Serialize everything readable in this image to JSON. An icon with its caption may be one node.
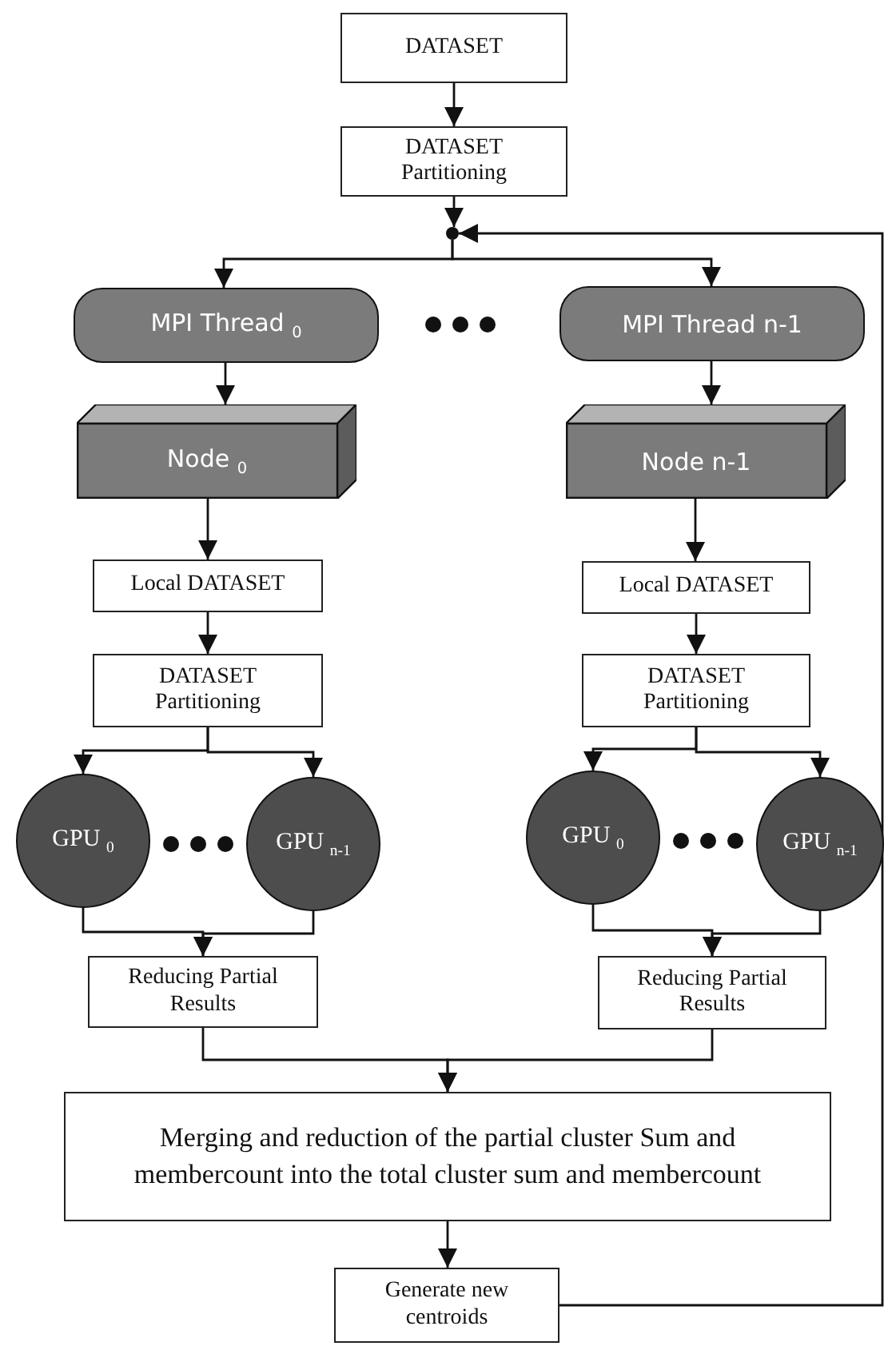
{
  "diagram": {
    "nodes": [
      {
        "text": [
          "DATASET"
        ]
      },
      {
        "text": [
          "DATASET Partitioning"
        ]
      },
      {
        "text": [],
        "shape": "circle"
      },
      {
        "text": [
          "MPI Thread $_{0}$"
        ]
      },
      {
        "text": [
          "MPI Thread n-1"
        ]
      },
      {
        "text": [
          "Node $_{0}$"
        ]
      },
      {
        "text": [
          "Node n-1"
        ]
      },
      {
        "text": [
          "Local DATASET"
        ]
      },
      {
        "text": [
          "DATASET Partitioning"
        ]
      },
      {
        "text": [
          "GPU $_{0}$"
        ]
      },
      {
        "text": [
          "GPU $_{n-1}$"
        ]
      },
      {
        "text": [
          "Reducing Partial Results"
        ]
      },
      {
        "text": [
          "Local DATASET"
        ]
      },
      {
        "text": [
          "DATASET Partitioning"
        ]
      },
      {
        "text": [
          "GPU $_{0}$"
        ]
      },
      {
        "text": [
          "GPU $_{n-1}$"
        ]
      },
      {
        "text": [
          "Reducing Partial Results"
        ]
      },
      {
        "text": [
          "Merging and reduction of the partial cluster Sum and membercount into the total cluster sum and membercount"
        ]
      },
      {
        "text": [
          "Generate new centroids"
        ]
      }
    ],
    "edges": [
      {
        "from": 0,
        "to": 1,
        "arrow": "to"
      },
      {
        "from": 1,
        "to": 2,
        "arrow": "to"
      },
      {
        "from": 18,
        "to": 2,
        "arrow": "to"
      },
      {
        "from": 2,
        "to": 3,
        "arrow": "to"
      },
      {
        "from": 2,
        "to": 4,
        "arrow": "to"
      },
      {
        "from": 3,
        "to": 5,
        "arrow": "to"
      },
      {
        "from": 4,
        "to": 6,
        "arrow": "to"
      },
      {
        "from": 5,
        "to": 7,
        "arrow": "to"
      },
      {
        "from": 6,
        "to": 12,
        "arrow": "to"
      },
      {
        "from": 7,
        "to": 8,
        "arrow": "to"
      },
      {
        "from": 12,
        "to": 13,
        "arrow": "to"
      },
      {
        "from": 8,
        "to": 9,
        "arrow": "to"
      },
      {
        "from": 8,
        "to": 10,
        "arrow": "to"
      },
      {
        "from": 13,
        "to": 14,
        "arrow": "to"
      },
      {
        "from": 13,
        "to": 15,
        "arrow": "to"
      },
      {
        "from": 9,
        "to": 11,
        "arrow": "to"
      },
      {
        "from": 10,
        "to": 11,
        "arrow": "to"
      },
      {
        "from": 14,
        "to": 16,
        "arrow": "to"
      },
      {
        "from": 15,
        "to": 16,
        "arrow": "to"
      },
      {
        "from": 11,
        "to": 17,
        "arrow": "to"
      },
      {
        "from": 16,
        "to": 17,
        "arrow": "to"
      },
      {
        "from": 17,
        "to": 18,
        "arrow": "to"
      }
    ]
  }
}
